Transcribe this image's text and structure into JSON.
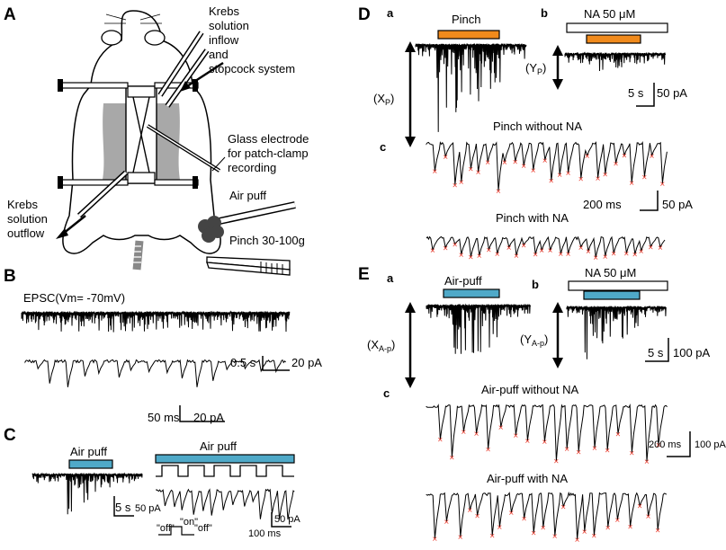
{
  "colors": {
    "pinch": "#f08a1c",
    "airpuff": "#4fa9c8",
    "event_marker": "#e8392b",
    "trace": "#000000",
    "na_bar": "#ffffff",
    "anatomy_shading": "#a8a8a8"
  },
  "panel_A": {
    "letter": "A",
    "label_krebs_inflow": [
      "Krebs",
      "solution",
      "inflow",
      "and",
      "stopcock system"
    ],
    "label_electrode": [
      "Glass electrode",
      "for patch-clamp",
      "recording"
    ],
    "label_krebs_outflow": [
      "Krebs",
      "solution",
      "outflow"
    ],
    "label_air_puff": "Air puff",
    "label_pinch": "Pinch 30-100g"
  },
  "panel_B": {
    "letter": "B",
    "title": "EPSC(Vm= -70mV)",
    "scale1_time": "0.5 s",
    "scale1_amp": "20 pA",
    "scale2_time": "50 ms",
    "scale2_amp": "20 pA"
  },
  "panel_C": {
    "letter": "C",
    "stim_left": "Air puff",
    "stim_right": "Air puff",
    "scale1_time": "5 s",
    "scale1_amp": "50 pA",
    "scale2_amp": "50 pA",
    "scale2_time": "100 ms",
    "off1": "\"off\"",
    "on": "\"on\"",
    "off2": "\"off\""
  },
  "panel_D": {
    "letter": "D",
    "sub_a": "a",
    "sub_b": "b",
    "sub_c": "c",
    "stim_a": "Pinch",
    "na_label": "NA 50 μM",
    "x_label": "X",
    "x_sub": "P",
    "y_label": "Y",
    "y_sub": "P",
    "scale_time": "5 s",
    "scale_amp": "50 pA",
    "trace1_title": "Pinch without NA",
    "trace2_title": "Pinch with NA",
    "scale_c_time": "200 ms",
    "scale_c_amp": "50 pA"
  },
  "panel_E": {
    "letter": "E",
    "sub_a": "a",
    "sub_b": "b",
    "sub_c": "c",
    "stim_a": "Air-puff",
    "na_label": "NA 50 μM",
    "x_label": "X",
    "x_sub": "A-p",
    "y_label": "Y",
    "y_sub": "A-p",
    "scale_time": "5 s",
    "scale_amp": "100 pA",
    "trace1_title": "Air-puff without NA",
    "trace2_title": "Air-puff with NA",
    "scale_c_time": "200 ms",
    "scale_c_amp": "100 pA"
  }
}
